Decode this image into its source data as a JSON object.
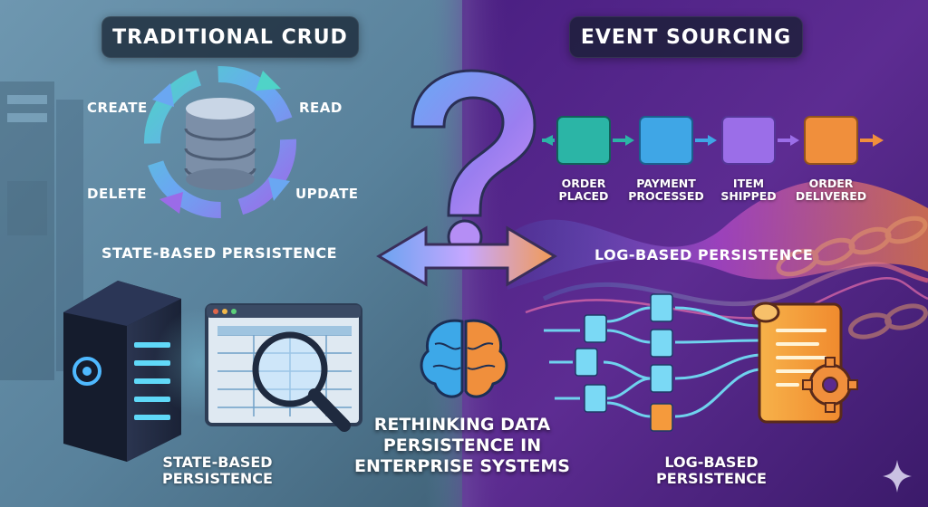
{
  "left": {
    "title": "TRADITIONAL CRUD",
    "ops": {
      "create": "CREATE",
      "read": "READ",
      "update": "UPDATE",
      "delete": "DELETE"
    },
    "persistence_label": "STATE-BASED PERSISTENCE",
    "bottom_label_line1": "STATE-BASED",
    "bottom_label_line2": "PERSISTENCE"
  },
  "right": {
    "title": "EVENT SOURCING",
    "events": [
      {
        "line1": "ORDER",
        "line2": "PLACED",
        "color": "#2bb5a6"
      },
      {
        "line1": "PAYMENT",
        "line2": "PROCESSED",
        "color": "#3fa6e6"
      },
      {
        "line1": "ITEM",
        "line2": "SHIPPED",
        "color": "#9b6ee8"
      },
      {
        "line1": "ORDER",
        "line2": "DELIVERED",
        "color": "#f08f3c"
      }
    ],
    "persistence_label": "LOG-BASED PERSISTENCE",
    "bottom_label_line1": "LOG-BASED",
    "bottom_label_line2": "PERSISTENCE"
  },
  "center": {
    "caption_line1": "RETHINKING DATA",
    "caption_line2": "PERSISTENCE IN",
    "caption_line3": "ENTERPRISE SYSTEMS"
  },
  "colors": {
    "left_bg": "#5b87a3",
    "right_bg": "#5a2a8c",
    "accent_cyan": "#58d6f2",
    "accent_purple": "#a36cf0",
    "accent_orange": "#f59a3c"
  }
}
